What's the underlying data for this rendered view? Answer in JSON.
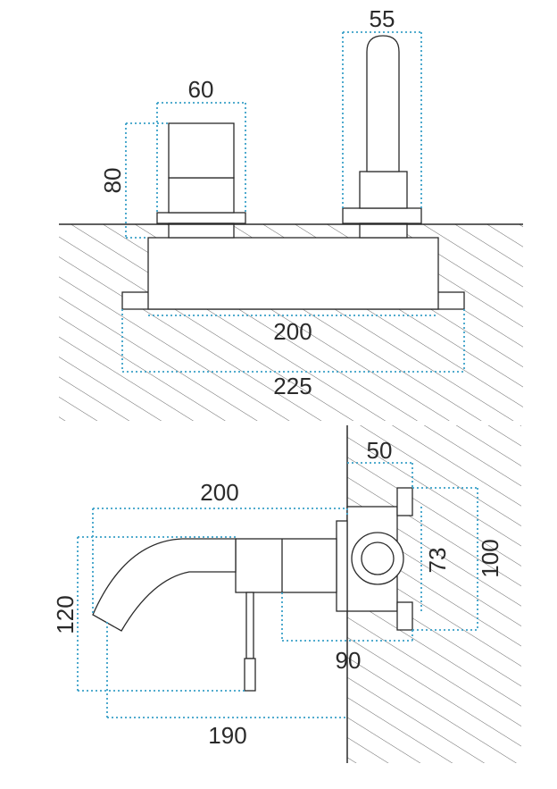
{
  "top_view": {
    "dim_handle_width": "60",
    "dim_handle_height": "80",
    "dim_spout_width": "55",
    "dim_body_width": "200",
    "dim_plate_width": "225"
  },
  "side_view": {
    "dim_spout_length": "200",
    "dim_depth": "50",
    "dim_flange_height": "100",
    "dim_body_height": "73",
    "dim_body_depth": "90",
    "dim_spout_height": "120",
    "dim_total_projection": "190"
  },
  "colors": {
    "outline": "#2a2a2a",
    "dimension": "#3aa0c8",
    "hatch": "#555555"
  }
}
